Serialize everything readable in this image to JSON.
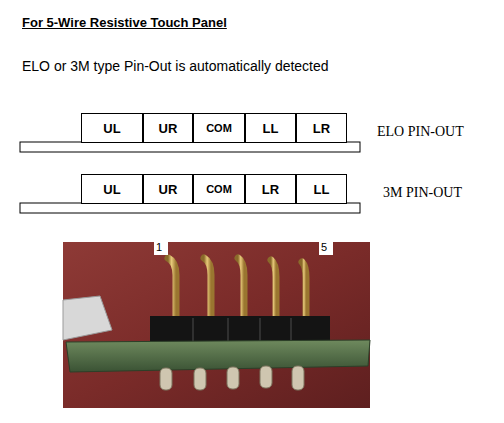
{
  "diagram": {
    "title": "For 5-Wire Resistive Touch Panel",
    "nodes": [
      {
        "text": [
          "UL"
        ]
      },
      {
        "text": [
          "UR"
        ]
      },
      {
        "text": [
          "COM"
        ]
      },
      {
        "text": [
          "LL"
        ]
      },
      {
        "text": [
          "LR"
        ]
      },
      {
        "text": [
          "UL"
        ]
      },
      {
        "text": [
          "UR"
        ]
      },
      {
        "text": [
          "COM"
        ]
      },
      {
        "text": [
          "LR"
        ]
      },
      {
        "text": [
          "LL"
        ]
      }
    ],
    "labels": [
      "ELO or 3M type Pin-Out is automatically detected",
      "ELO PIN-OUT",
      "3M PIN-OUT",
      "1",
      "5"
    ]
  }
}
